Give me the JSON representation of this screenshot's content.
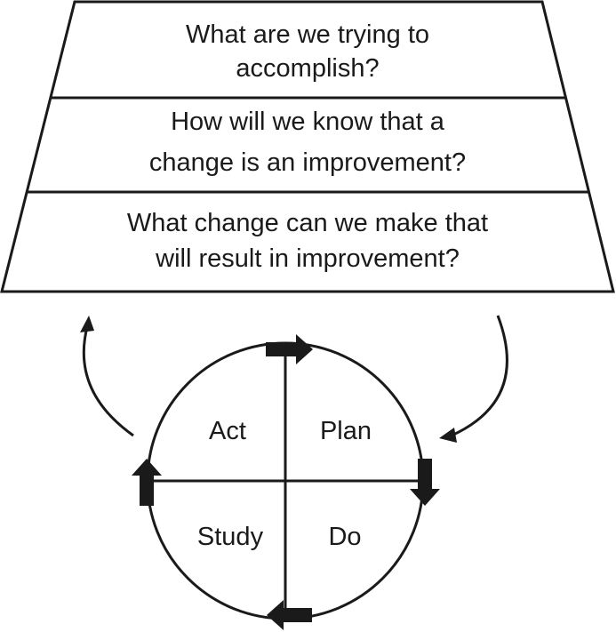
{
  "questions": [
    {
      "line1": "What are we trying to",
      "line2": "accomplish?"
    },
    {
      "line1": "How will we know that a",
      "line2": "change is an improvement?"
    },
    {
      "line1": "What change can we make that",
      "line2": "will result in improvement?"
    }
  ],
  "cycle": {
    "act": "Act",
    "plan": "Plan",
    "study": "Study",
    "do": "Do"
  },
  "colors": {
    "line": "#1a1a1a",
    "background": "#ffffff"
  }
}
